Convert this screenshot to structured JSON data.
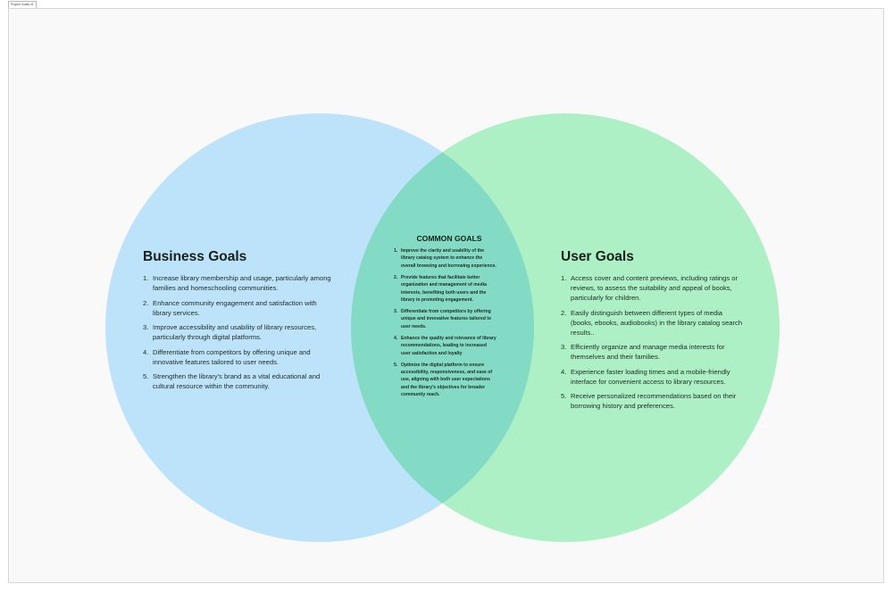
{
  "frame": {
    "label": "Project Goals v1"
  },
  "colors": {
    "canvas": "#f9f9f9",
    "business_circle": "#bde3fb",
    "user_circle": "#adf0c6",
    "overlap": "#84dbc5",
    "text": "#15201a"
  },
  "business": {
    "title": "Business Goals",
    "items": [
      {
        "num": "1.",
        "text": "Increase library membership and usage, particularly among families and homeschooling communities."
      },
      {
        "num": "2.",
        "text": "Enhance community engagement and satisfaction with library services."
      },
      {
        "num": "3.",
        "text": "Improve accessibility and usability of library resources, particularly through digital platforms."
      },
      {
        "num": "4.",
        "text": "Differentiate from competitors by offering unique and innovative features tailored to user needs."
      },
      {
        "num": "5.",
        "text": "Strengthen the library's brand as a vital educational and cultural resource within the community."
      }
    ]
  },
  "common": {
    "title": "COMMON GOALS",
    "items": [
      {
        "num": "1.",
        "text": "Improve the clarity and usability of the library catalog system to enhance the overall browsing and borrowing experience."
      },
      {
        "num": "2.",
        "text": "Provide features that facilitate better organization and management of media interests, benefiting both users and the library in promoting engagement."
      },
      {
        "num": "3.",
        "text": "Differentiate from competitors by offering unique and innovative features tailored to user needs."
      },
      {
        "num": "4.",
        "text": "Enhance the quality and relevance of library recommendations, leading to increased user satisfaction and loyalty"
      },
      {
        "num": "5.",
        "text": "Optimize the digital platform to ensure accessibility, responsiveness, and ease of use, aligning with both user expectations and the library's objectives for broader community reach."
      }
    ]
  },
  "user": {
    "title": "User Goals",
    "items": [
      {
        "num": "1.",
        "text": "Access cover and content previews, including ratings or reviews, to assess the suitability and appeal of books, particularly for children."
      },
      {
        "num": "2.",
        "text": "Easily distinguish between different types of media (books, ebooks, audiobooks) in the library catalog search results.."
      },
      {
        "num": "3.",
        "text": "Efficiently organize and manage media interests for themselves and their families."
      },
      {
        "num": "4.",
        "text": "Experience faster loading times and a mobile-friendly interface for convenient access to library resources."
      },
      {
        "num": "5.",
        "text": "Receive personalized recommendations based on their borrowing history and preferences."
      }
    ]
  }
}
